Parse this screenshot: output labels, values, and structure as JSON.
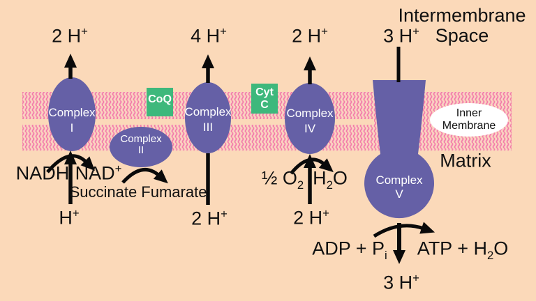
{
  "colors": {
    "background": "#FBD9B9",
    "membrane_wave": "#F37FA5",
    "membrane_halo": "#F9C4CE",
    "complex_fill": "#6560A6",
    "carrier_fill": "#3EB87C",
    "inner_membrane_fill": "#FFFFFF",
    "arrow": "#0A0A0A",
    "text": "#111111",
    "complex_text": "#FFFFFF"
  },
  "regions": {
    "intermembrane_space": {
      "line1": "Intermembrane",
      "line2": "Space"
    },
    "inner_membrane": {
      "line1": "Inner",
      "line2": "Membrane"
    },
    "matrix": "Matrix"
  },
  "complexes": {
    "c1": {
      "line1": "Complex",
      "line2": "I"
    },
    "c2": {
      "line1": "Complex",
      "line2": "II"
    },
    "c3": {
      "line1": "Complex",
      "line2": "III"
    },
    "c4": {
      "line1": "Complex",
      "line2": "IV"
    },
    "c5": {
      "line1": "Complex",
      "line2": "V"
    }
  },
  "carriers": {
    "coq": "CoQ",
    "cytc": {
      "line1": "Cyt",
      "line2": "C"
    }
  },
  "protons": {
    "top_c1": {
      "base": "2 H",
      "sup": "+"
    },
    "top_c3": {
      "base": "4 H",
      "sup": "+"
    },
    "top_c4": {
      "base": "2 H",
      "sup": "+"
    },
    "top_c5": {
      "base": "3 H",
      "sup": "+"
    },
    "bottom_c1": {
      "base": "H",
      "sup": "+"
    },
    "bottom_c3": {
      "base": "2 H",
      "sup": "+"
    },
    "bottom_c4": {
      "base": "2 H",
      "sup": "+"
    },
    "bottom_c5": {
      "base": "3 H",
      "sup": "+"
    }
  },
  "reactions": {
    "nadh": "NADH",
    "nad": {
      "base": "NAD",
      "sup": "+"
    },
    "succinate_fumarate": "Succinate Fumarate",
    "o2": {
      "a": "½ O",
      "sub": "2"
    },
    "h2o": {
      "a": "H",
      "sub": "2",
      "b": "O"
    },
    "adp_pi": {
      "a": "ADP + P",
      "sub": "i"
    },
    "atp_h2o": {
      "a": "ATP + H",
      "sub": "2",
      "b": "O"
    }
  }
}
